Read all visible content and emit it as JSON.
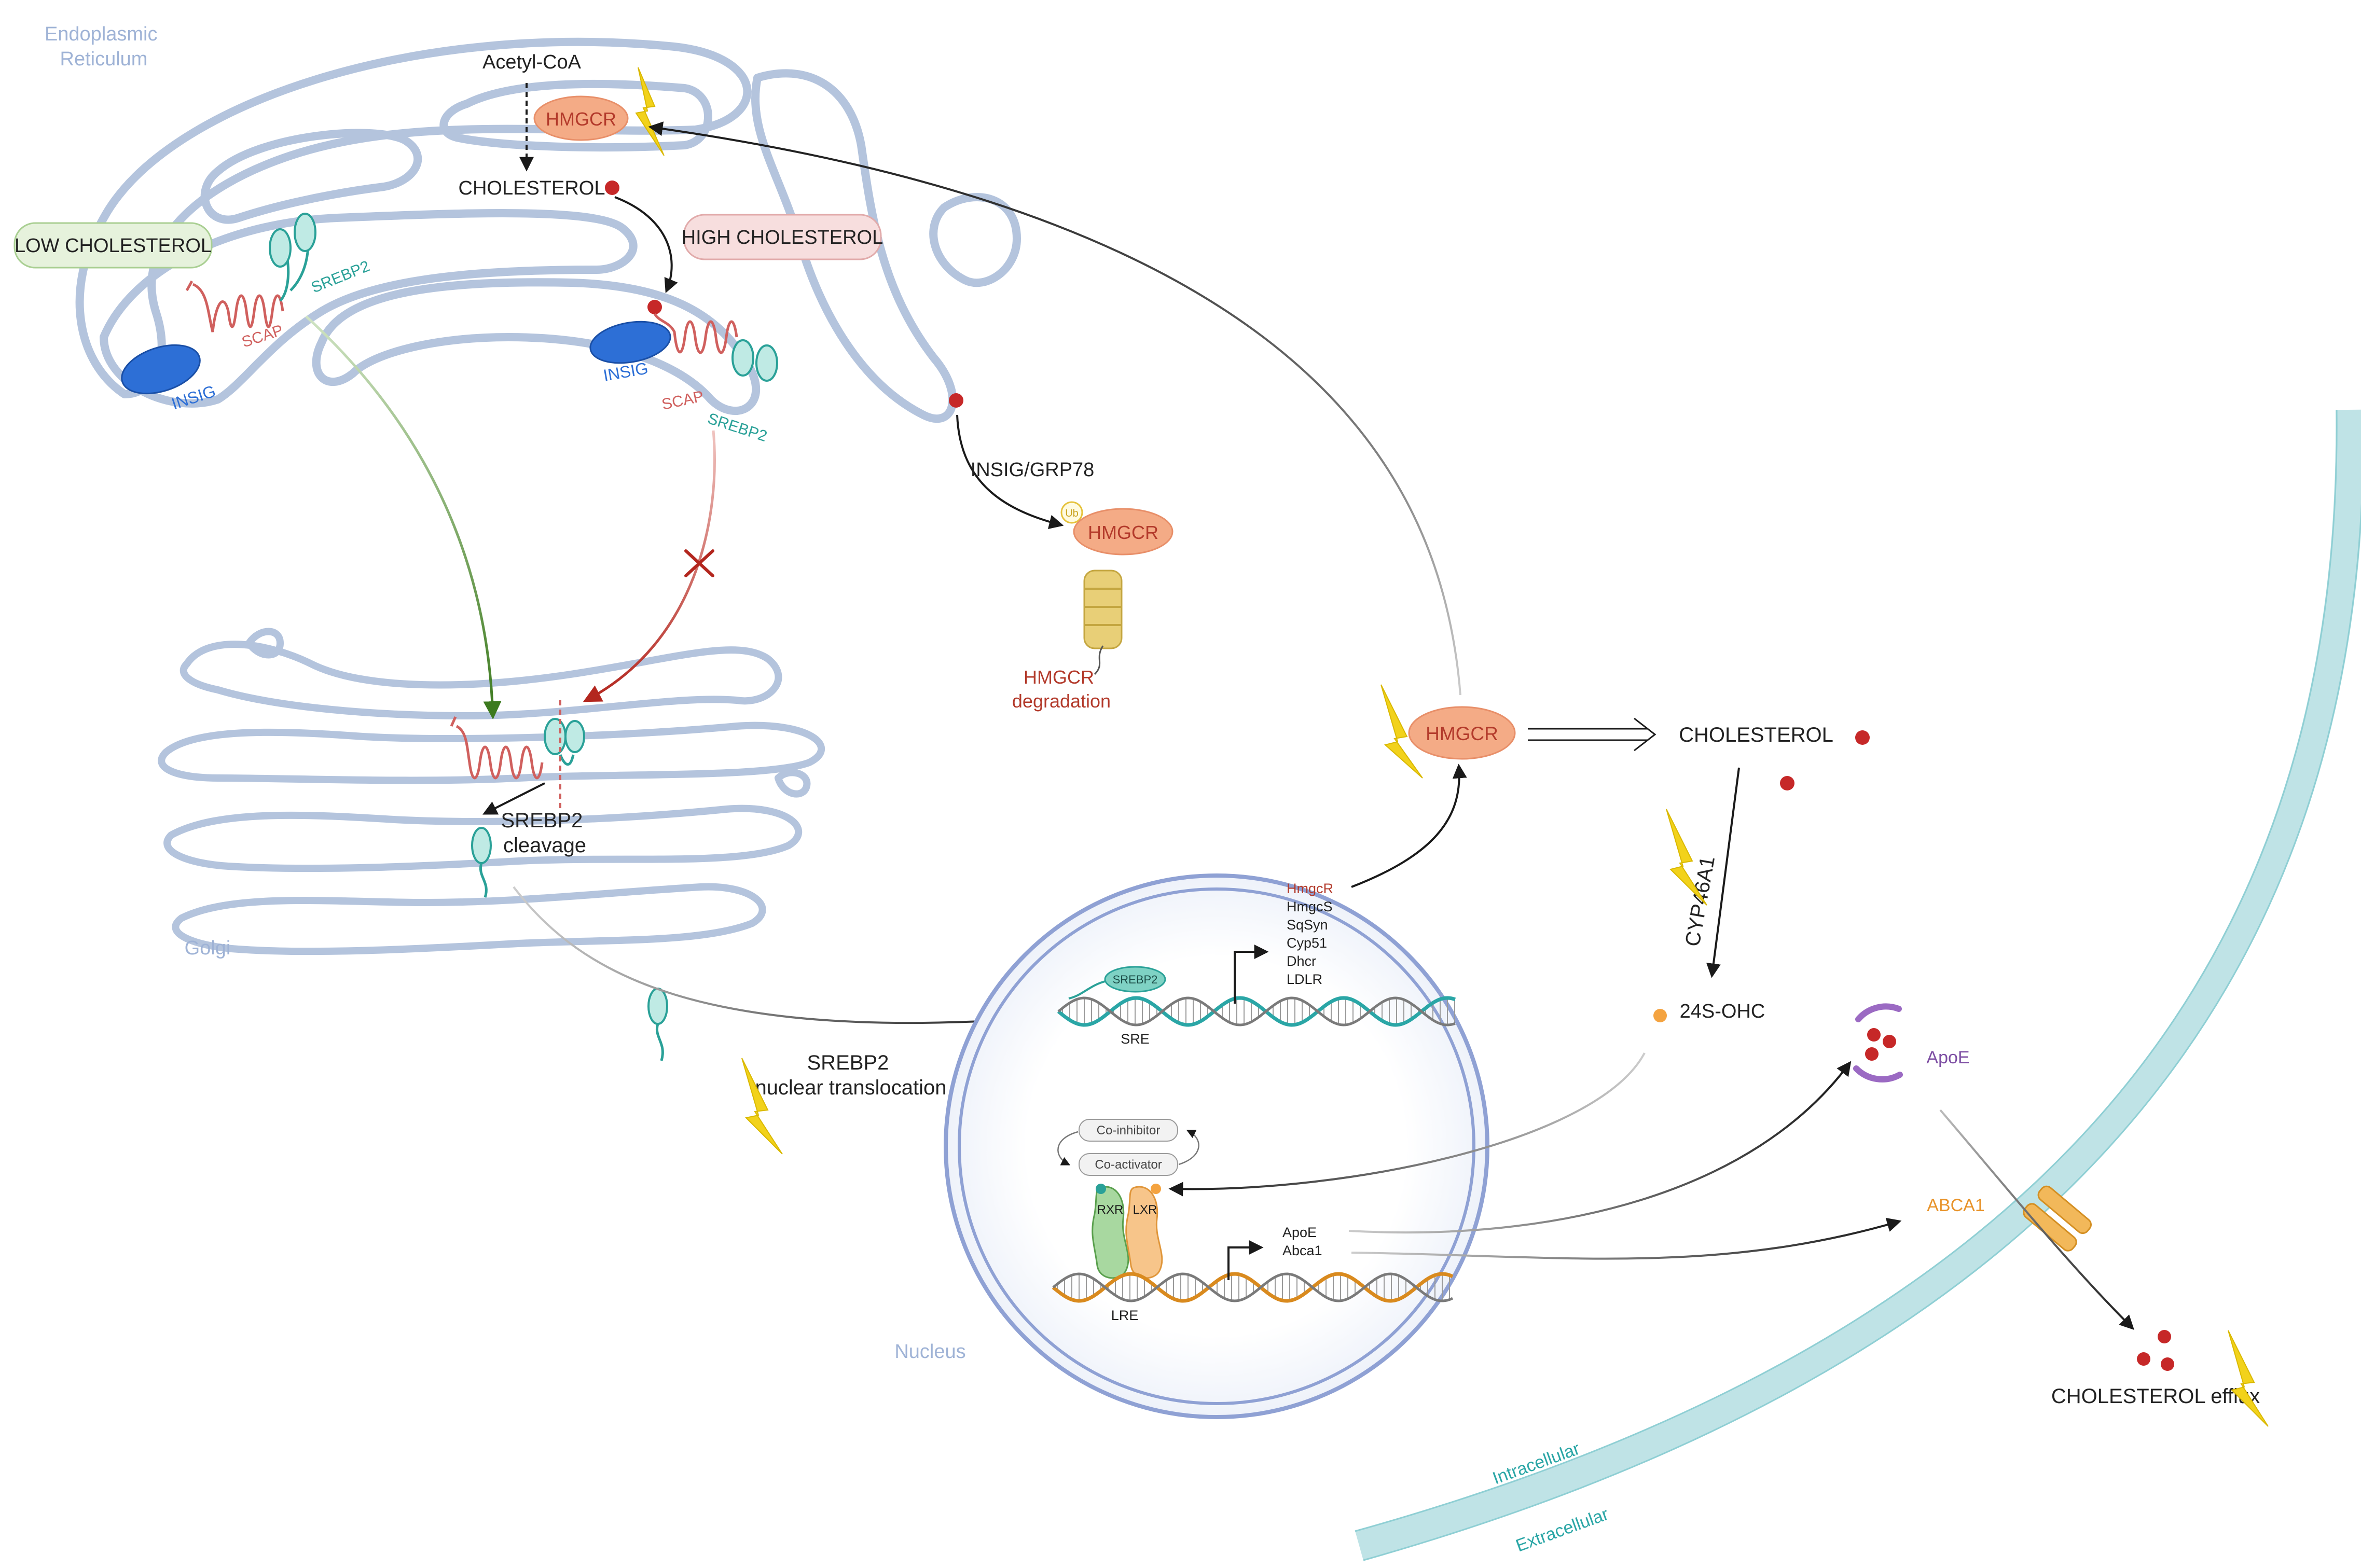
{
  "organelles": {
    "er": "Endoplasmic\nReticulum",
    "golgi": "Golgi",
    "nucleus": "Nucleus",
    "intracellular": "Intracellular",
    "extracellular": "Extracellular"
  },
  "conditions": {
    "low": "LOW CHOLESTEROL",
    "high": "HIGH CHOLESTEROL"
  },
  "er_labels": {
    "acetyl_coa": "Acetyl-CoA",
    "hmgcr": "HMGCR",
    "cholesterol": "CHOLESTEROL",
    "insig": "INSIG",
    "scap": "SCAP",
    "srebp2": "SREBP2"
  },
  "degradation": {
    "complex": "INSIG/GRP78",
    "ub": "Ub",
    "hmgcr": "HMGCR",
    "caption": "HMGCR\ndegradation"
  },
  "golgi_labels": {
    "cleavage": "SREBP2\ncleavage"
  },
  "translocation": "SREBP2\nnuclear translocation",
  "nucleus_labels": {
    "sre_factor": "SREBP2",
    "sre": "SRE",
    "srebp_targets": [
      "HmgcR",
      "HmgcS",
      "SqSyn",
      "Cyp51",
      "Dhcr",
      "LDLR"
    ],
    "co_inhibitor": "Co-inhibitor",
    "co_activator": "Co-activator",
    "rxr": "RXR",
    "lxr": "LXR",
    "lxr_targets": [
      "ApoE",
      "Abca1"
    ],
    "lre": "LRE"
  },
  "cytoplasm": {
    "hmgcr": "HMGCR",
    "cholesterol": "CHOLESTEROL",
    "enzyme": "CYP46A1",
    "oxysterol": "24S-OHC",
    "apoe": "ApoE",
    "abca1": "ABCA1",
    "efflux": "CHOLESTEROL efflux"
  },
  "colors": {
    "membrane": "#b4c4dd",
    "er_fill": "#dde6f3",
    "scap_red": "#d0605e",
    "srebp_teal": "#2aa198",
    "insig_blue": "#2d6fd6",
    "hmgcr_fill": "#f4ab86",
    "hmgcr_text": "#b33a2b",
    "cholesterol_dot": "#c62828",
    "green_arrow": "#3c7a1e",
    "red_arrow": "#b3261e",
    "lightning": "#f2d21b",
    "cell_membrane": "#bfe3e6",
    "dna_teal": "#2aa6a6",
    "dna_orange": "#d98a1e",
    "oxysterol": "#f4a340",
    "apoe_purple": "#7d4ea3",
    "abca1_orange": "#e8932a",
    "low_box": "#e6f2dc",
    "high_box": "#f7dede"
  }
}
